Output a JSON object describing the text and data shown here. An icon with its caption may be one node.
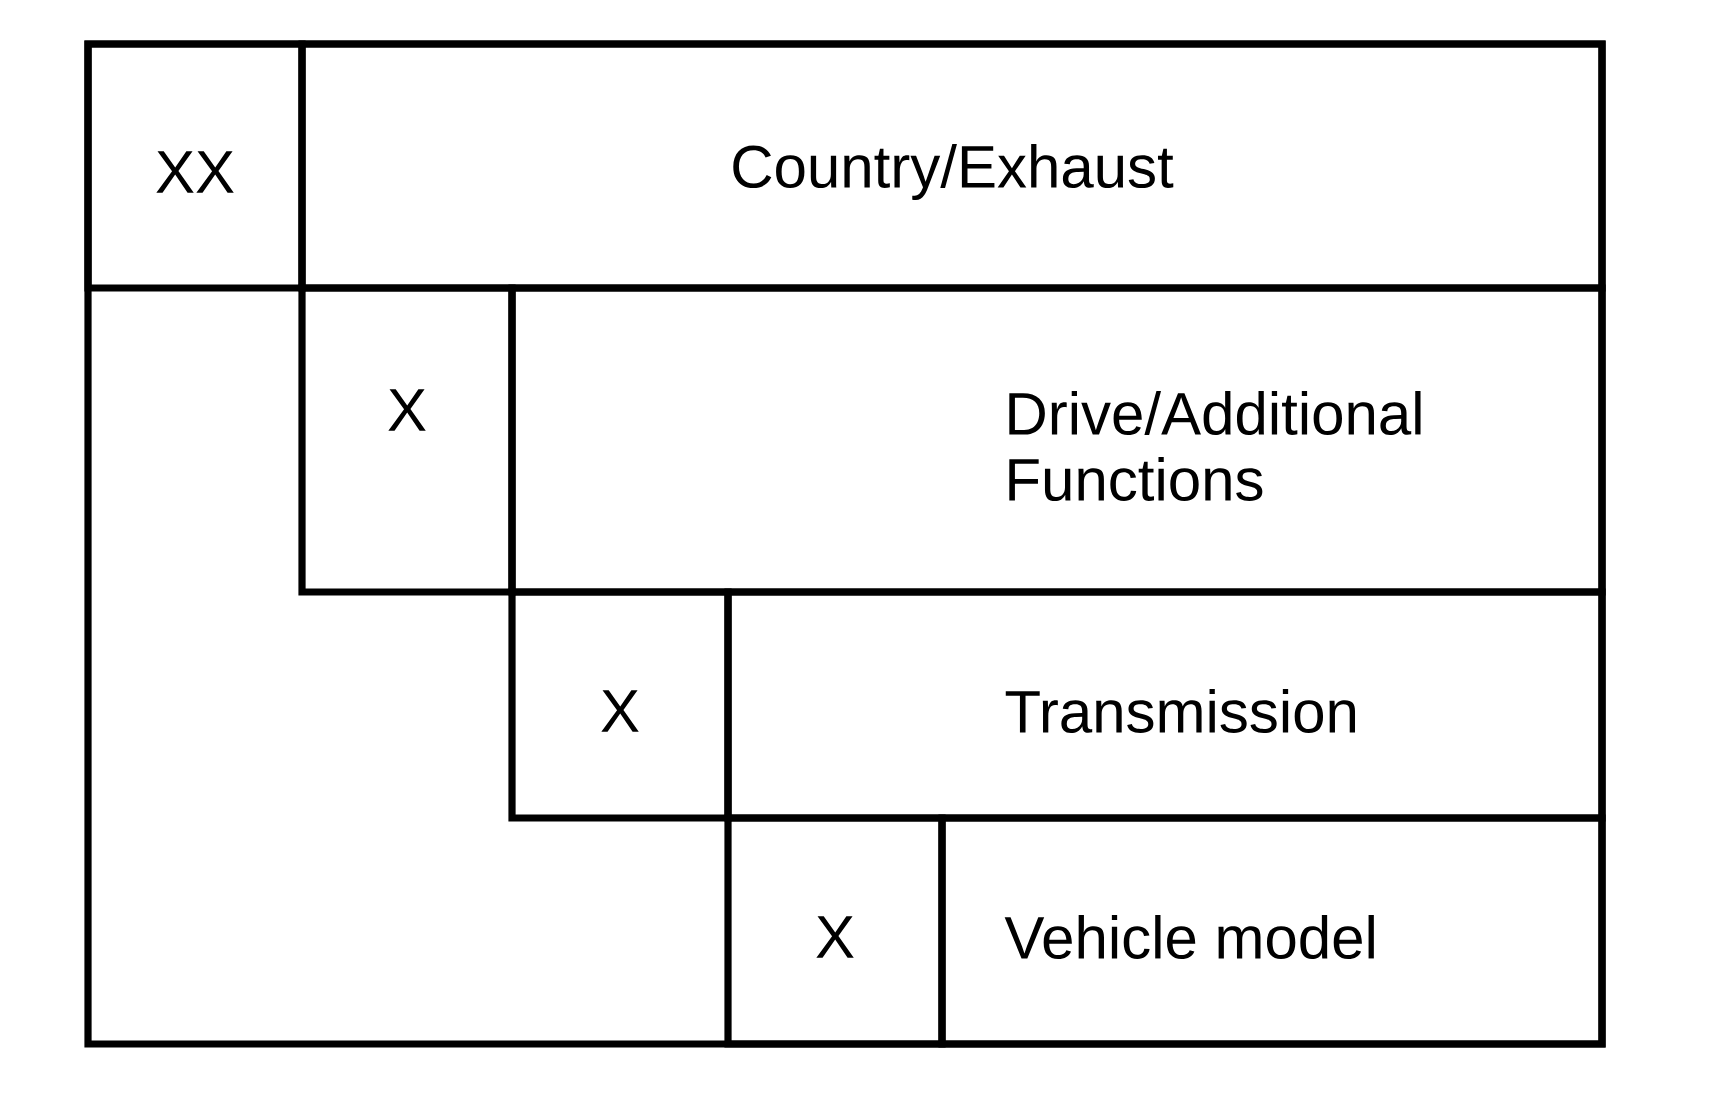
{
  "diagram": {
    "nodes": [
      {
        "text": [
          "XX"
        ]
      },
      {
        "text": [
          "Country/Exhaust"
        ]
      },
      {
        "text": [
          "X"
        ]
      },
      {
        "text": [
          "Drive/Additional Functions"
        ]
      },
      {
        "text": [
          "X"
        ]
      },
      {
        "text": [
          "Transmission"
        ]
      },
      {
        "text": [
          "X"
        ]
      },
      {
        "text": [
          "Vehicle model"
        ]
      }
    ]
  }
}
